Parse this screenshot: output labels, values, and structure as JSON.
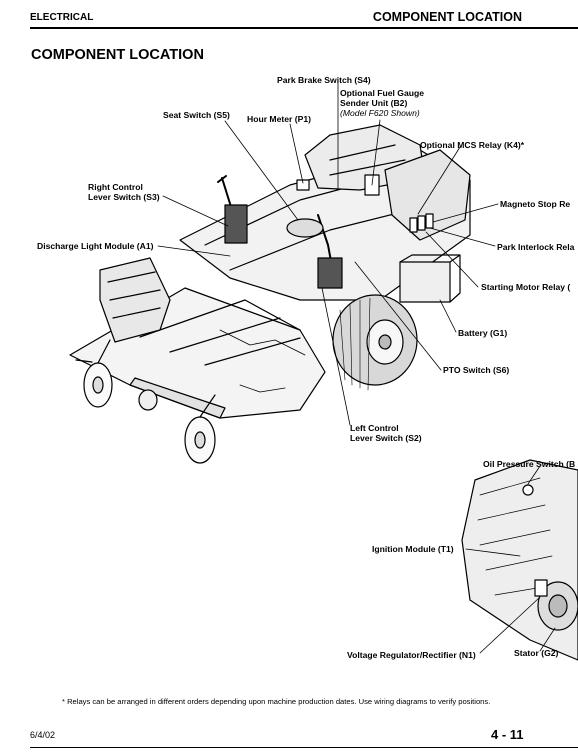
{
  "header": {
    "section": "ELECTRICAL",
    "title": "COMPONENT LOCATION"
  },
  "page_title": "COMPONENT LOCATION",
  "callouts": {
    "park_brake_switch": "Park Brake Switch (S4)",
    "fuel_gauge_line1": "Optional Fuel Gauge",
    "fuel_gauge_line2": "Sender Unit (B2)",
    "fuel_gauge_model": "(Model F620 Shown)",
    "seat_switch": "Seat Switch (S5)",
    "hour_meter": "Hour Meter (P1)",
    "mcs_relay": "Optional MCS Relay (K4)*",
    "right_control_line1": "Right Control",
    "right_control_line2": "Lever Switch (S3)",
    "magneto_stop": "Magneto Stop Re",
    "discharge_light": "Discharge Light Module (A1)",
    "park_interlock": "Park Interlock Rela",
    "starting_motor": "Starting Motor Relay (",
    "battery": "Battery (G1)",
    "pto_switch": "PTO Switch (S6)",
    "left_control_line1": "Left Control",
    "left_control_line2": "Lever Switch (S2)",
    "oil_pressure": "Oil Pressure Switch (B",
    "ignition_module": "Ignition Module (T1)",
    "voltage_regulator": "Voltage Regulator/Rectifier (N1)",
    "stator": "Stator (G2)"
  },
  "footnote": "* Relays can be arranged in different orders depending upon machine production dates. Use wiring diagrams to verify positions.",
  "footer": {
    "date": "6/4/02",
    "page_number": "4 - 11"
  }
}
